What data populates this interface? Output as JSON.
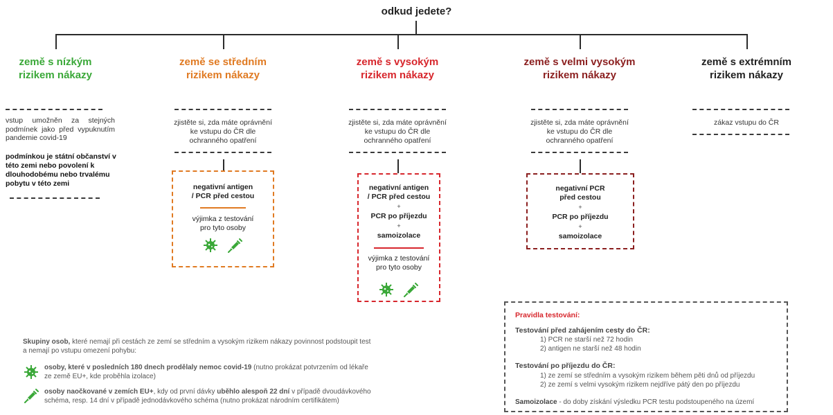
{
  "title": "odkud jedete?",
  "colors": {
    "low": "#3aa838",
    "medium": "#e07a22",
    "high": "#d7262c",
    "very_high": "#8b1f1f",
    "extreme": "#222222",
    "line": "#2b2b2b"
  },
  "zones": {
    "low": {
      "title_line1": "země s nízkým",
      "title_line2": "rizikem nákazy",
      "text": "vstup umožněn za stejných podmínek jako před vypuknutím pandemie covid-19",
      "bold_text": "podmínkou je státní občanství v této zemi nebo povolení k dlouhodobému nebo trvalému pobytu v této zemi"
    },
    "medium": {
      "title_line1": "země se středním",
      "title_line2": "rizikem nákazy",
      "check_line1": "zjistěte si, zda máte oprávnění",
      "check_line2": "ke vstupu do ČR dle",
      "check_line3": "ochranného opatření",
      "req_line1": "negativní antigen",
      "req_line2": "/ PCR před cestou",
      "exempt_line1": "výjimka z testování",
      "exempt_line2": "pro tyto osoby"
    },
    "high": {
      "title_line1": "země s vysokým",
      "title_line2": "rizikem nákazy",
      "check_line1": "zjistěte si, zda máte oprávnění",
      "check_line2": "ke vstupu do ČR dle",
      "check_line3": "ochranného opatření",
      "req_line1": "negativní antigen",
      "req_line2": "/ PCR před cestou",
      "plus": "+",
      "req_line3": "PCR po příjezdu",
      "req_line4": "samoizolace",
      "exempt_line1": "výjimka z testování",
      "exempt_line2": "pro tyto osoby"
    },
    "very_high": {
      "title_line1": "země s velmi vysokým",
      "title_line2": "rizikem nákazy",
      "check_line1": "zjistěte si, zda máte oprávnění",
      "check_line2": "ke vstupu do ČR dle",
      "check_line3": "ochranného opatření",
      "req_line1": "negativní PCR",
      "req_line2": "před cestou",
      "plus": "+",
      "req_line3": "PCR po příjezdu",
      "req_line4": "samoizolace"
    },
    "extreme": {
      "title_line1": "země s extrémním",
      "title_line2": "rizikem nákazy",
      "text": "zákaz vstupu do ČR"
    }
  },
  "groups": {
    "intro_bold": "Skupiny osob,",
    "intro_rest": " které nemají při cestách ze zemí se středním a vysokým rizikem nákazy povinnost podstoupit test",
    "intro_line2": "a nemají po vstupu omezení pohybu:",
    "item1_bold": "osoby, které v posledních 180 dnech prodělaly nemoc covid-19",
    "item1_rest": " (nutno prokázat potvrzením od lékaře",
    "item1_line2": "ze země EU+, kde proběhla izolace)",
    "item2_bold1": "osoby naočkované v zemích EU+",
    "item2_mid": ", kdy od první dávky ",
    "item2_bold2": "uběhlo alespoň 22 dní",
    "item2_rest": " v případě dvoudávkového",
    "item2_line2": "schéma, resp. 14 dní v případě jednodávkového schéma (nutno prokázat národním certifikátem)"
  },
  "rules": {
    "title": "Pravidla testování:",
    "before_title": "Testování před zahájením cesty do ČR:",
    "before_1": "1) PCR ne starší než 72 hodin",
    "before_2": "2) antigen ne starší než 48 hodin",
    "after_title": "Testování po příjezdu do ČR:",
    "after_1": "1) ze zemí se středním a vysokým rizikem během pěti dnů od příjezdu",
    "after_2": "2) ze zemí s velmi vysokým rizikem nejdříve pátý den po příjezdu",
    "iso_bold": "Samoizolace",
    "iso_rest": " - do doby získání výsledku PCR testu podstoupeného na území"
  },
  "icons": {
    "virus": "virus-icon",
    "syringe": "syringe-icon"
  }
}
